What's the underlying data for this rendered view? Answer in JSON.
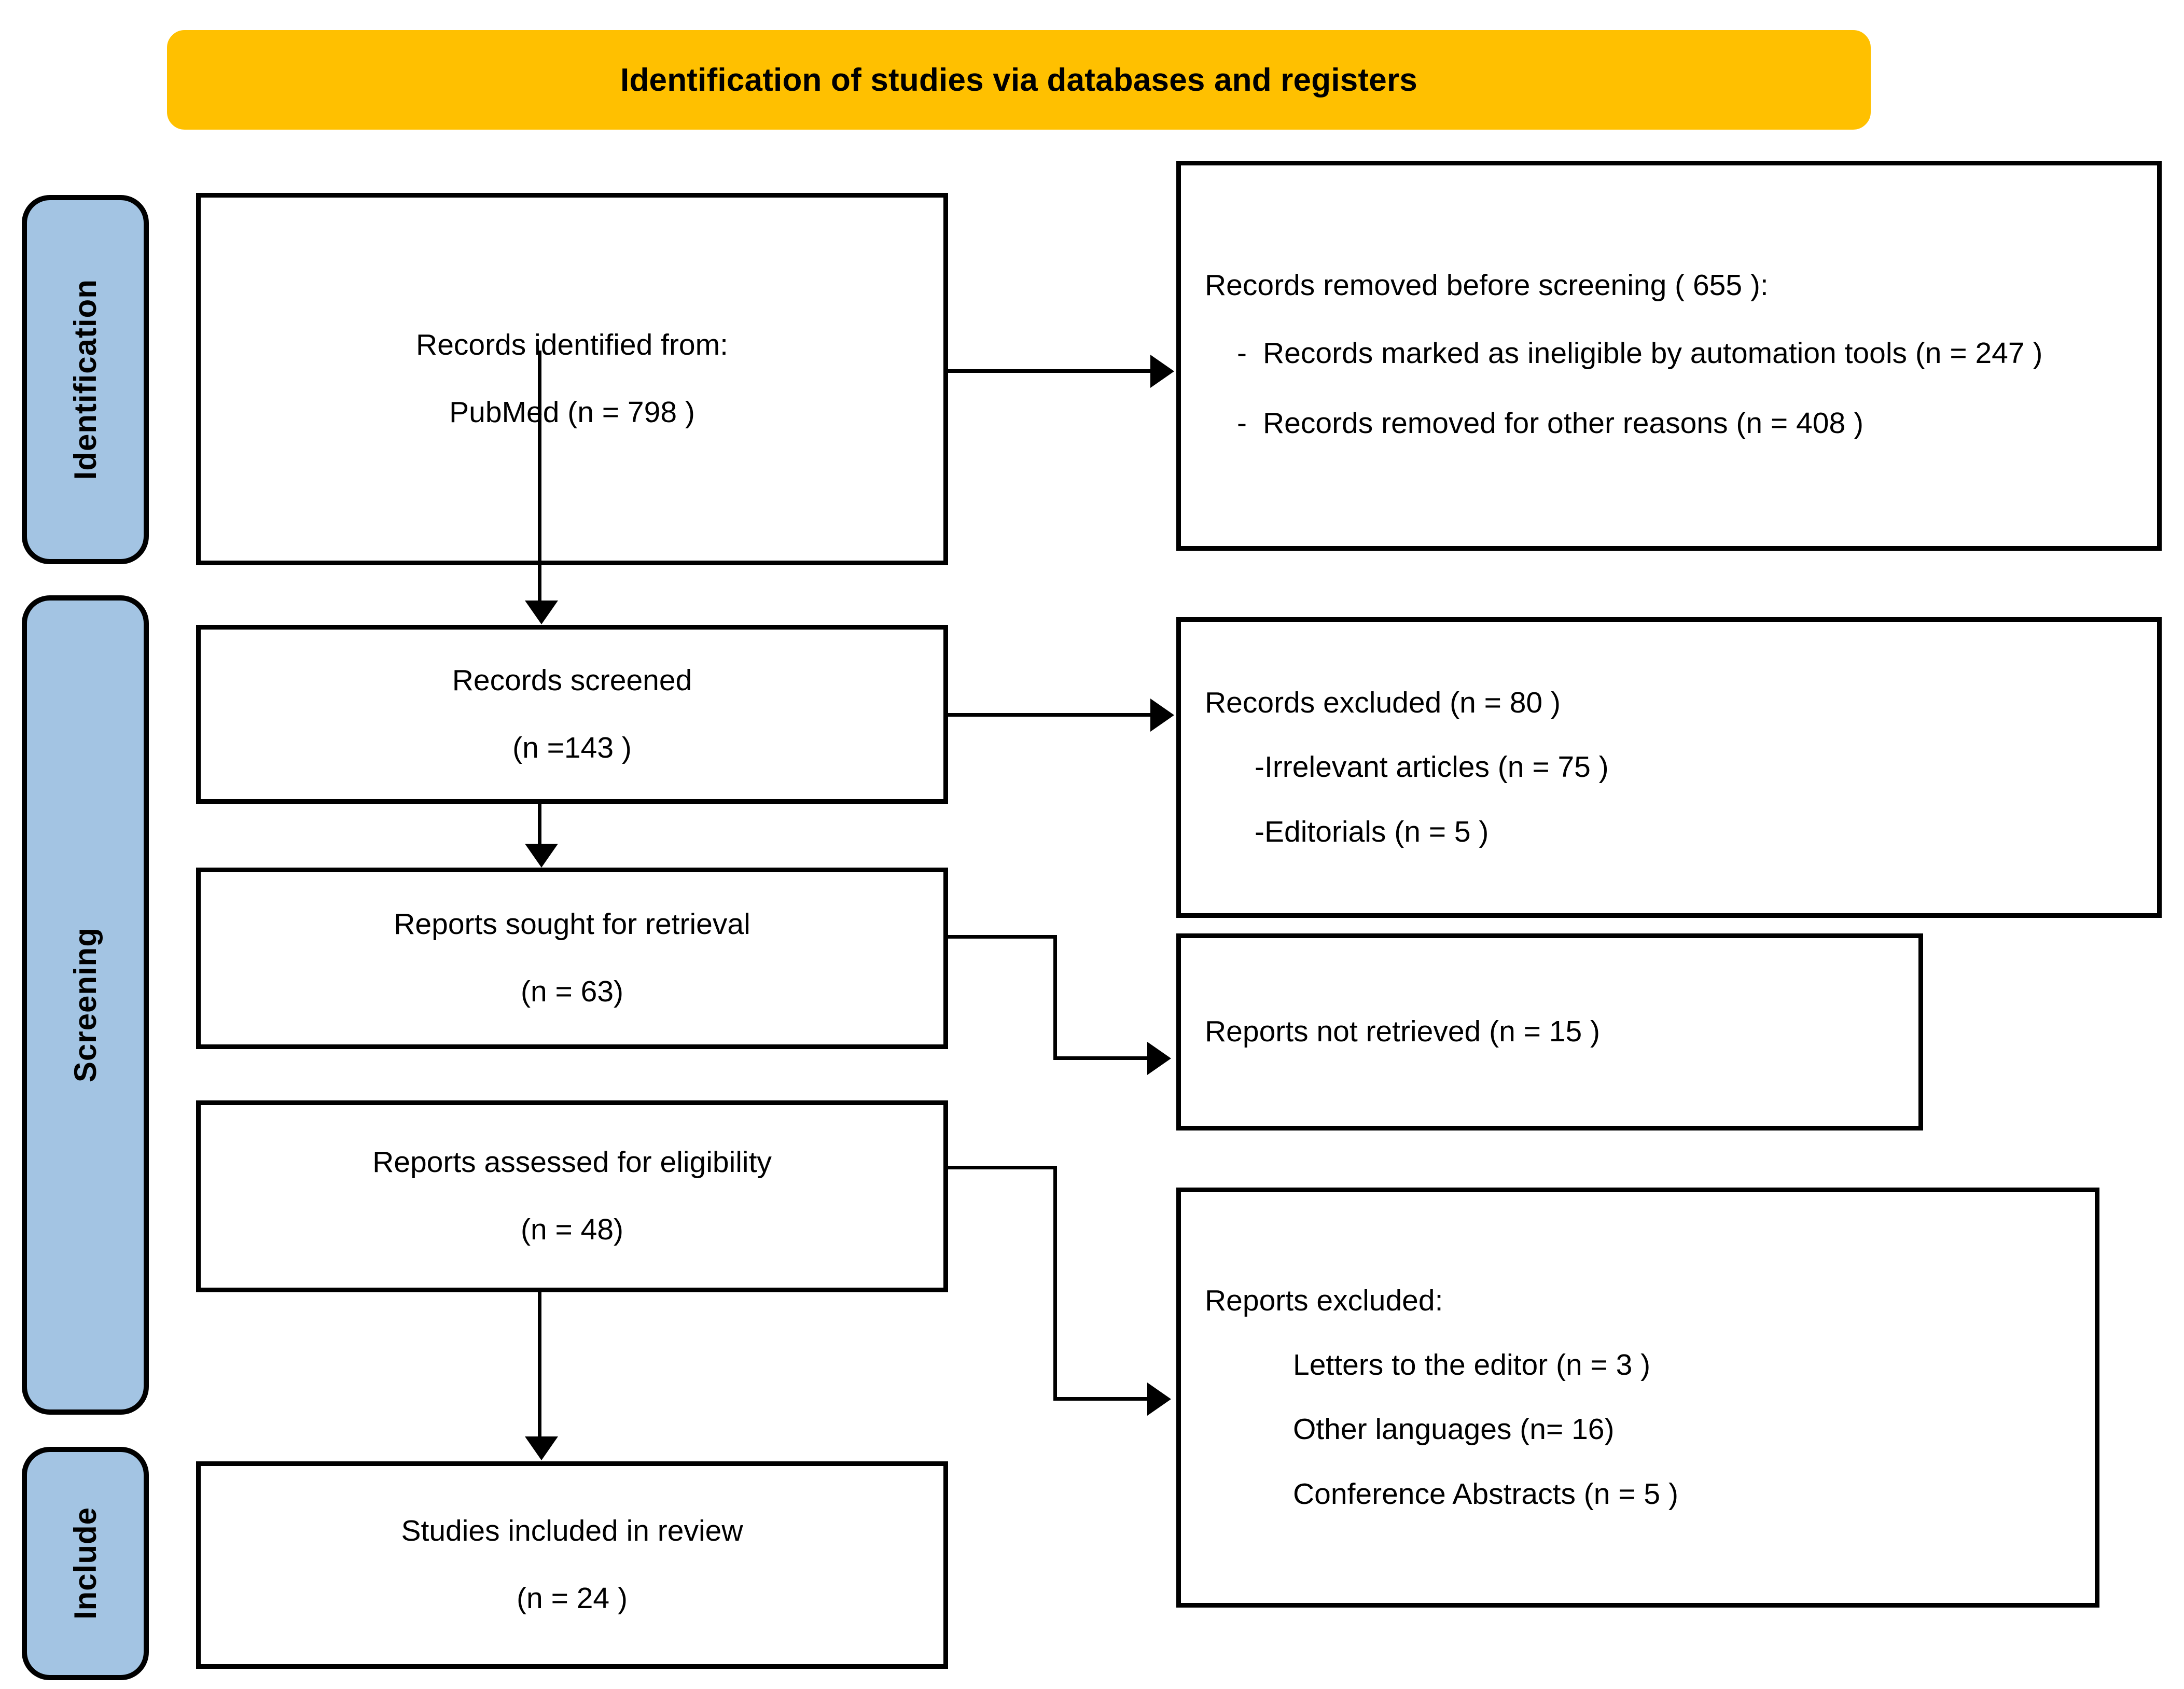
{
  "header": {
    "title": "Identification of studies via databases and registers",
    "bg_color": "#ffc000"
  },
  "stages": [
    {
      "label": "Identification",
      "bg_color": "#a3c4e3"
    },
    {
      "label": "Screening",
      "bg_color": "#a3c4e3"
    },
    {
      "label": "Include",
      "bg_color": "#a3c4e3"
    }
  ],
  "flow": {
    "identified": {
      "line1": "Records identified from:",
      "line2": "PubMed (n = 798 )"
    },
    "removed_before_screening": {
      "heading": "Records removed before screening ( 655 ):",
      "bullets": [
        {
          "dash": "-",
          "text": "Records marked as ineligible by automation tools (n = 247 )"
        },
        {
          "dash": "-",
          "text": "Records removed for other reasons (n = 408 )"
        }
      ]
    },
    "screened": {
      "line1": "Records screened",
      "line2": "(n =143 )"
    },
    "records_excluded": {
      "heading": "Records excluded (n = 80 )",
      "items": [
        "-Irrelevant articles (n = 75 )",
        "-Editorials (n = 5 )"
      ]
    },
    "sought_for_retrieval": {
      "line1": "Reports sought for retrieval",
      "line2": "(n = 63)"
    },
    "not_retrieved": {
      "heading": "Reports not retrieved (n = 15 )"
    },
    "assessed_for_eligibility": {
      "line1": "Reports assessed  for eligibility",
      "line2": "(n = 48)"
    },
    "reports_excluded": {
      "heading": "Reports excluded:",
      "items": [
        "Letters to the editor (n = 3 )",
        "Other languages  (n= 16)",
        "Conference Abstracts  (n = 5 )"
      ]
    },
    "included_in_review": {
      "line1": "Studies included in review",
      "line2": "(n = 24 )"
    }
  },
  "chart_data": {
    "type": "diagram",
    "title": "Identification of studies via databases and registers",
    "nodes": [
      {
        "id": "identified",
        "label": "Records identified from: PubMed",
        "n": 798,
        "stage": "Identification"
      },
      {
        "id": "removed_before_screening",
        "label": "Records removed before screening",
        "n": 655,
        "stage": "Identification",
        "children": [
          {
            "label": "Records marked as ineligible by automation tools",
            "n": 247
          },
          {
            "label": "Records removed for other reasons",
            "n": 408
          }
        ]
      },
      {
        "id": "screened",
        "label": "Records screened",
        "n": 143,
        "stage": "Screening"
      },
      {
        "id": "records_excluded",
        "label": "Records excluded",
        "n": 80,
        "stage": "Screening",
        "children": [
          {
            "label": "Irrelevant articles",
            "n": 75
          },
          {
            "label": "Editorials",
            "n": 5
          }
        ]
      },
      {
        "id": "sought_for_retrieval",
        "label": "Reports sought for retrieval",
        "n": 63,
        "stage": "Screening"
      },
      {
        "id": "not_retrieved",
        "label": "Reports not retrieved",
        "n": 15,
        "stage": "Screening"
      },
      {
        "id": "assessed_for_eligibility",
        "label": "Reports assessed for eligibility",
        "n": 48,
        "stage": "Screening"
      },
      {
        "id": "reports_excluded",
        "label": "Reports excluded",
        "stage": "Screening",
        "children": [
          {
            "label": "Letters to the editor",
            "n": 3
          },
          {
            "label": "Other languages",
            "n": 16
          },
          {
            "label": "Conference Abstracts",
            "n": 5
          }
        ]
      },
      {
        "id": "included_in_review",
        "label": "Studies included in review",
        "n": 24,
        "stage": "Include"
      }
    ],
    "edges": [
      {
        "from": "identified",
        "to": "removed_before_screening"
      },
      {
        "from": "identified",
        "to": "screened"
      },
      {
        "from": "screened",
        "to": "records_excluded"
      },
      {
        "from": "screened",
        "to": "sought_for_retrieval"
      },
      {
        "from": "sought_for_retrieval",
        "to": "not_retrieved"
      },
      {
        "from": "sought_for_retrieval",
        "to": "assessed_for_eligibility"
      },
      {
        "from": "assessed_for_eligibility",
        "to": "reports_excluded"
      },
      {
        "from": "assessed_for_eligibility",
        "to": "included_in_review"
      }
    ]
  }
}
